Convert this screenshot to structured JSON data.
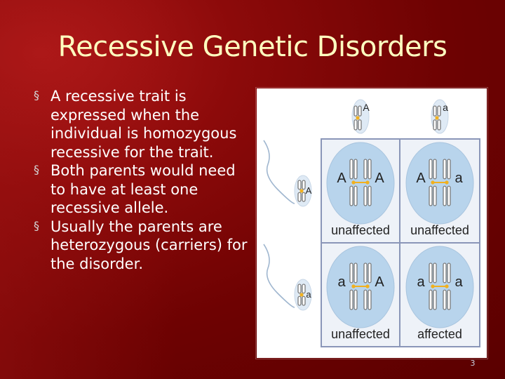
{
  "slide": {
    "title": "Recessive Genetic Disorders",
    "bullets": [
      "A recessive trait is expressed when the individual is homozygous recessive for the trait.",
      "Both parents would need to have at least one recessive allele.",
      "Usually the parents are heterozygous (carriers) for the disorder."
    ],
    "bullet_glyph": "§",
    "slide_number": "3"
  },
  "punnett": {
    "egg_alleles": [
      "A",
      "a"
    ],
    "sperm_alleles": [
      "A",
      "a"
    ],
    "cells": [
      {
        "genotype": [
          "A",
          "A"
        ],
        "phenotype": "unaffected"
      },
      {
        "genotype": [
          "A",
          "a"
        ],
        "phenotype": "unaffected"
      },
      {
        "genotype": [
          "a",
          "A"
        ],
        "phenotype": "unaffected"
      },
      {
        "genotype": [
          "a",
          "a"
        ],
        "phenotype": "affected"
      }
    ]
  },
  "colors": {
    "title": "#ffffc0",
    "body_text": "#ffffff",
    "bullet": "#d3d3d3",
    "grid_line": "#8a96b8",
    "cell_fill": "#b8d4ec",
    "chromosome": "#7a7a7a",
    "centromere": "#f0b020"
  }
}
